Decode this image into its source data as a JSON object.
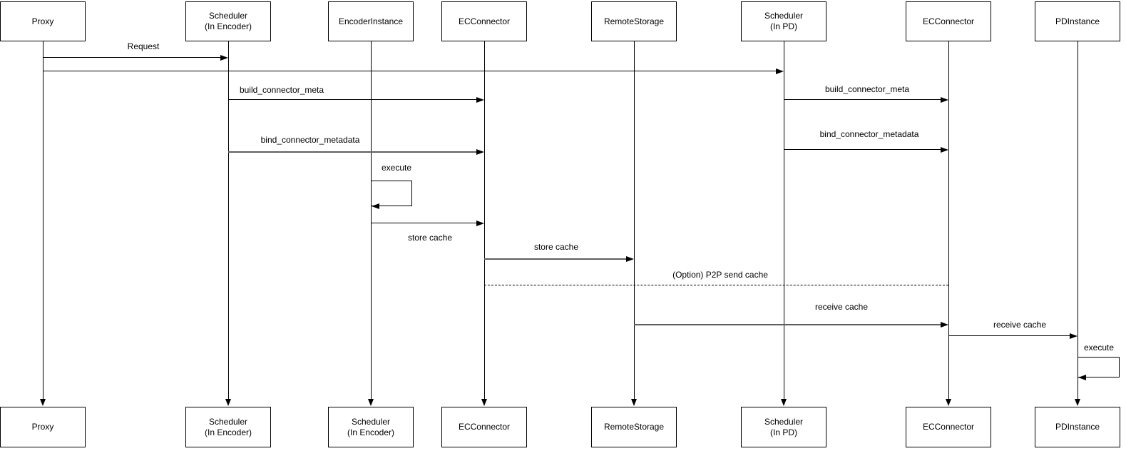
{
  "diagram": {
    "type": "uml-sequence",
    "colors": {
      "background": "#ffffff",
      "line": "#000000",
      "muted_line": "#5f5f5f",
      "text": "#000000"
    },
    "actors": [
      {
        "id": "proxy",
        "top": "Proxy",
        "bottom": "Proxy"
      },
      {
        "id": "scheduler-in-encoder",
        "top": "Scheduler\n(In Encoder)",
        "bottom": "Scheduler\n(In Encoder)"
      },
      {
        "id": "encoder-instance",
        "top": "EncoderInstance",
        "bottom": "Scheduler\n(In Encoder)"
      },
      {
        "id": "ec-connector",
        "top": "ECConnector",
        "bottom": "ECConnector"
      },
      {
        "id": "remote-storage",
        "top": "RemoteStorage",
        "bottom": "RemoteStorage"
      },
      {
        "id": "scheduler-in-pd",
        "top": "Scheduler\n(In PD)",
        "bottom": "Scheduler\n(In PD)"
      },
      {
        "id": "ec-connector-pd",
        "top": "ECConnector",
        "bottom": "ECConnector"
      },
      {
        "id": "pd-instance",
        "top": "PDInstance",
        "bottom": "PDInstance"
      }
    ],
    "messages": [
      {
        "label": "Request",
        "from": "Proxy",
        "to": "Scheduler (In Encoder)",
        "style": "solid"
      },
      {
        "label": "",
        "from": "Proxy",
        "to": "Scheduler (In PD)",
        "style": "solid"
      },
      {
        "label": "build_connector_meta",
        "from": "Scheduler (In Encoder)",
        "to": "ECConnector",
        "style": "solid"
      },
      {
        "label": "build_connector_meta",
        "from": "Scheduler (In PD)",
        "to": "ECConnector",
        "style": "solid"
      },
      {
        "label": "bind_connector_metadata",
        "from": "Scheduler (In Encoder)",
        "to": "ECConnector",
        "style": "solid"
      },
      {
        "label": "bind_connector_metadata",
        "from": "Scheduler (In PD)",
        "to": "ECConnector",
        "style": "solid"
      },
      {
        "label": "execute",
        "from": "EncoderInstance",
        "to": "EncoderInstance",
        "style": "self"
      },
      {
        "label": "store cache",
        "from": "EncoderInstance",
        "to": "ECConnector",
        "style": "solid"
      },
      {
        "label": "store cache",
        "from": "ECConnector",
        "to": "RemoteStorage",
        "style": "solid"
      },
      {
        "label": "(Option) P2P send cache",
        "from": "ECConnector",
        "to": "ECConnector (In PD)",
        "style": "dashed"
      },
      {
        "label": "receive cache",
        "from": "RemoteStorage",
        "to": "ECConnector (In PD)",
        "style": "solid"
      },
      {
        "label": "receive cache",
        "from": "ECConnector (In PD)",
        "to": "PDInstance",
        "style": "solid"
      },
      {
        "label": "execute",
        "from": "PDInstance",
        "to": "PDInstance",
        "style": "self"
      }
    ]
  }
}
